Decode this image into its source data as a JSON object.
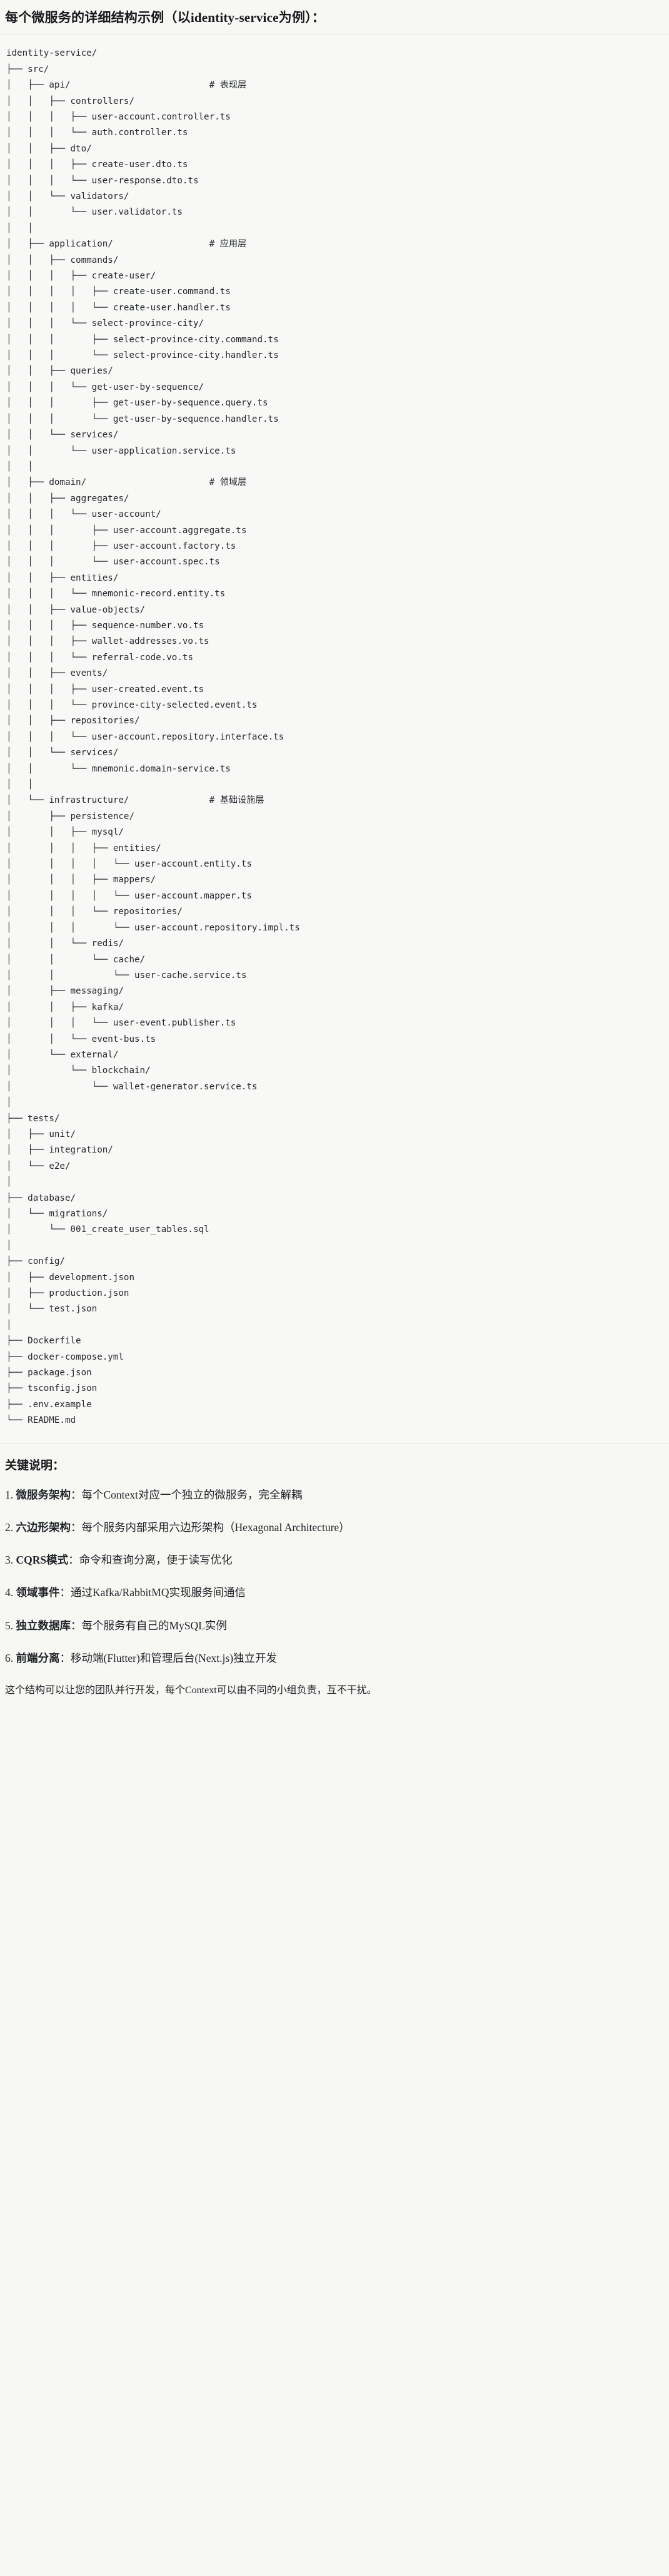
{
  "title": {
    "prefix": "每个微服务的详细结构示例（以",
    "latin": "identity-service",
    "suffix": "为例）："
  },
  "tree": {
    "root": "identity-service/",
    "text": "identity-service/\n├── src/\n│   ├── api/                          # 表现层\n│   │   ├── controllers/\n│   │   │   ├── user-account.controller.ts\n│   │   │   └── auth.controller.ts\n│   │   ├── dto/\n│   │   │   ├── create-user.dto.ts\n│   │   │   └── user-response.dto.ts\n│   │   └── validators/\n│   │       └── user.validator.ts\n│   │\n│   ├── application/                  # 应用层\n│   │   ├── commands/\n│   │   │   ├── create-user/\n│   │   │   │   ├── create-user.command.ts\n│   │   │   │   └── create-user.handler.ts\n│   │   │   └── select-province-city/\n│   │   │       ├── select-province-city.command.ts\n│   │   │       └── select-province-city.handler.ts\n│   │   ├── queries/\n│   │   │   └── get-user-by-sequence/\n│   │   │       ├── get-user-by-sequence.query.ts\n│   │   │       └── get-user-by-sequence.handler.ts\n│   │   └── services/\n│   │       └── user-application.service.ts\n│   │\n│   ├── domain/                       # 领域层\n│   │   ├── aggregates/\n│   │   │   └── user-account/\n│   │   │       ├── user-account.aggregate.ts\n│   │   │       ├── user-account.factory.ts\n│   │   │       └── user-account.spec.ts\n│   │   ├── entities/\n│   │   │   └── mnemonic-record.entity.ts\n│   │   ├── value-objects/\n│   │   │   ├── sequence-number.vo.ts\n│   │   │   ├── wallet-addresses.vo.ts\n│   │   │   └── referral-code.vo.ts\n│   │   ├── events/\n│   │   │   ├── user-created.event.ts\n│   │   │   └── province-city-selected.event.ts\n│   │   ├── repositories/\n│   │   │   └── user-account.repository.interface.ts\n│   │   └── services/\n│   │       └── mnemonic.domain-service.ts\n│   │\n│   └── infrastructure/               # 基础设施层\n│       ├── persistence/\n│       │   ├── mysql/\n│       │   │   ├── entities/\n│       │   │   │   └── user-account.entity.ts\n│       │   │   ├── mappers/\n│       │   │   │   └── user-account.mapper.ts\n│       │   │   └── repositories/\n│       │   │       └── user-account.repository.impl.ts\n│       │   └── redis/\n│       │       └── cache/\n│       │           └── user-cache.service.ts\n│       ├── messaging/\n│       │   ├── kafka/\n│       │   │   └── user-event.publisher.ts\n│       │   └── event-bus.ts\n│       └── external/\n│           └── blockchain/\n│               └── wallet-generator.service.ts\n│\n├── tests/\n│   ├── unit/\n│   ├── integration/\n│   └── e2e/\n│\n├── database/\n│   └── migrations/\n│       └── 001_create_user_tables.sql\n│\n├── config/\n│   ├── development.json\n│   ├── production.json\n│   └── test.json\n│\n├── Dockerfile\n├── docker-compose.yml\n├── package.json\n├── tsconfig.json\n├── .env.example\n└── README.md",
    "layer_comments": [
      {
        "path": "api/",
        "comment": "# 表现层"
      },
      {
        "path": "application/",
        "comment": "# 应用层"
      },
      {
        "path": "domain/",
        "comment": "# 领域层"
      },
      {
        "path": "infrastructure/",
        "comment": "# 基础设施层"
      }
    ],
    "entries": [
      "identity-service/",
      "src/",
      "api/",
      "controllers/",
      "user-account.controller.ts",
      "auth.controller.ts",
      "dto/",
      "create-user.dto.ts",
      "user-response.dto.ts",
      "validators/",
      "user.validator.ts",
      "application/",
      "commands/",
      "create-user/",
      "create-user.command.ts",
      "create-user.handler.ts",
      "select-province-city/",
      "select-province-city.command.ts",
      "select-province-city.handler.ts",
      "queries/",
      "get-user-by-sequence/",
      "get-user-by-sequence.query.ts",
      "get-user-by-sequence.handler.ts",
      "services/",
      "user-application.service.ts",
      "domain/",
      "aggregates/",
      "user-account/",
      "user-account.aggregate.ts",
      "user-account.factory.ts",
      "user-account.spec.ts",
      "entities/",
      "mnemonic-record.entity.ts",
      "value-objects/",
      "sequence-number.vo.ts",
      "wallet-addresses.vo.ts",
      "referral-code.vo.ts",
      "events/",
      "user-created.event.ts",
      "province-city-selected.event.ts",
      "repositories/",
      "user-account.repository.interface.ts",
      "services/",
      "mnemonic.domain-service.ts",
      "infrastructure/",
      "persistence/",
      "mysql/",
      "entities/",
      "user-account.entity.ts",
      "mappers/",
      "user-account.mapper.ts",
      "repositories/",
      "user-account.repository.impl.ts",
      "redis/",
      "cache/",
      "user-cache.service.ts",
      "messaging/",
      "kafka/",
      "user-event.publisher.ts",
      "event-bus.ts",
      "external/",
      "blockchain/",
      "wallet-generator.service.ts",
      "tests/",
      "unit/",
      "integration/",
      "e2e/",
      "database/",
      "migrations/",
      "001_create_user_tables.sql",
      "config/",
      "development.json",
      "production.json",
      "test.json",
      "Dockerfile",
      "docker-compose.yml",
      "package.json",
      "tsconfig.json",
      ".env.example",
      "README.md"
    ]
  },
  "notes": {
    "heading": "关键说明：",
    "items": [
      {
        "lead": "微服务架构",
        "body": "：每个Context对应一个独立的微服务，完全解耦"
      },
      {
        "lead": "六边形架构",
        "body": "：每个服务内部采用六边形架构（Hexagonal Architecture）"
      },
      {
        "lead": "CQRS模式",
        "body": "：命令和查询分离，便于读写优化"
      },
      {
        "lead": "领域事件",
        "body": "：通过Kafka/RabbitMQ实现服务间通信"
      },
      {
        "lead": "独立数据库",
        "body": "：每个服务有自己的MySQL实例"
      },
      {
        "lead": "前端分离",
        "body": "：移动端(Flutter)和管理后台(Next.js)独立开发"
      }
    ],
    "closing": "这个结构可以让您的团队并行开发，每个Context可以由不同的小组负责，互不干扰。"
  }
}
